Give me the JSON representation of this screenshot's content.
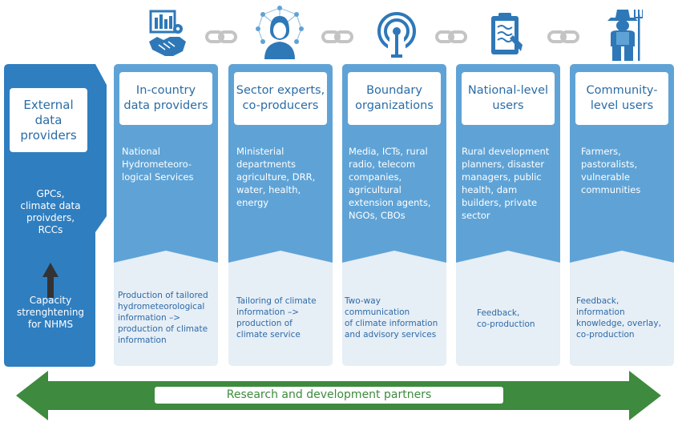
{
  "external": {
    "title": "External data providers",
    "sources": [
      "GPCs,",
      "climate data",
      "proivders,",
      "RCCs"
    ],
    "capacity": [
      "Capacity",
      "strenghtening",
      "for NHMS"
    ]
  },
  "columns": [
    {
      "title": [
        "In-country",
        "data providers"
      ],
      "description": [
        "National",
        "Hydrometeoro-",
        "logical Services"
      ],
      "footer": [
        "Production of tailored",
        "hydrometeorological",
        "information –>",
        "production of climate",
        "information"
      ]
    },
    {
      "title": [
        "Sector experts,",
        "co-producers"
      ],
      "description": [
        "Ministerial",
        "departments",
        "agriculture, DRR,",
        "water, health,",
        "energy"
      ],
      "footer": [
        "Tailoring of climate",
        "information –>",
        "production of",
        "climate service"
      ]
    },
    {
      "title": [
        "Boundary",
        "organizations"
      ],
      "description": [
        "Media, ICTs, rural",
        "radio, telecom",
        "companies,",
        "agricultural",
        "extension agents,",
        "NGOs, CBOs"
      ],
      "footer": [
        "Two-way",
        "communication",
        "of climate information",
        "and advisory services"
      ]
    },
    {
      "title": [
        "National-level",
        "users"
      ],
      "description": [
        "Rural development",
        "planners, disaster",
        "managers, public",
        "health, dam",
        "builders, private",
        "sector"
      ],
      "footer": [
        "Feedback,",
        "co-production"
      ]
    },
    {
      "title": [
        "Community-",
        "level users"
      ],
      "description": [
        "Farmers,",
        "pastoralists,",
        "vulnerable",
        "communities"
      ],
      "footer": [
        "Feedback,",
        "information",
        "knowledge, overlay,",
        "co-production"
      ]
    }
  ],
  "partners_label": "Research and development partners",
  "icons": [
    "data-handshake-icon",
    "expert-network-icon",
    "broadcast-antenna-icon",
    "clipboard-icon",
    "farmer-icon"
  ],
  "colors": {
    "column_blue": "#5fa3d6",
    "external_blue": "#2f7ec0",
    "footer_bg": "#e6eef6",
    "arrow_green": "#3e8a3e",
    "link_grey": "#c4c4c4"
  }
}
